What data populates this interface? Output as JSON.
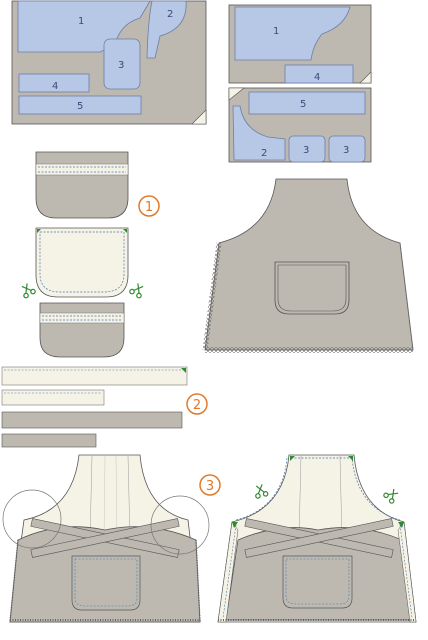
{
  "labels": {
    "p1": "1",
    "p2": "2",
    "p3": "3",
    "p4": "4",
    "p5": "5",
    "q1": "1",
    "q4": "4",
    "q5": "5",
    "q2": "2",
    "q3a": "3",
    "q3b": "3"
  },
  "steps": [
    "1",
    "2",
    "3"
  ],
  "colors": {
    "fabric": "#bdb9b0",
    "pattern": "#b7c8e6",
    "lining": "#f5f2e6",
    "outline": "#555555",
    "accent": "#e07a2a",
    "scissors": "#2e8b2e"
  },
  "icons": [
    "scissors-icon"
  ]
}
